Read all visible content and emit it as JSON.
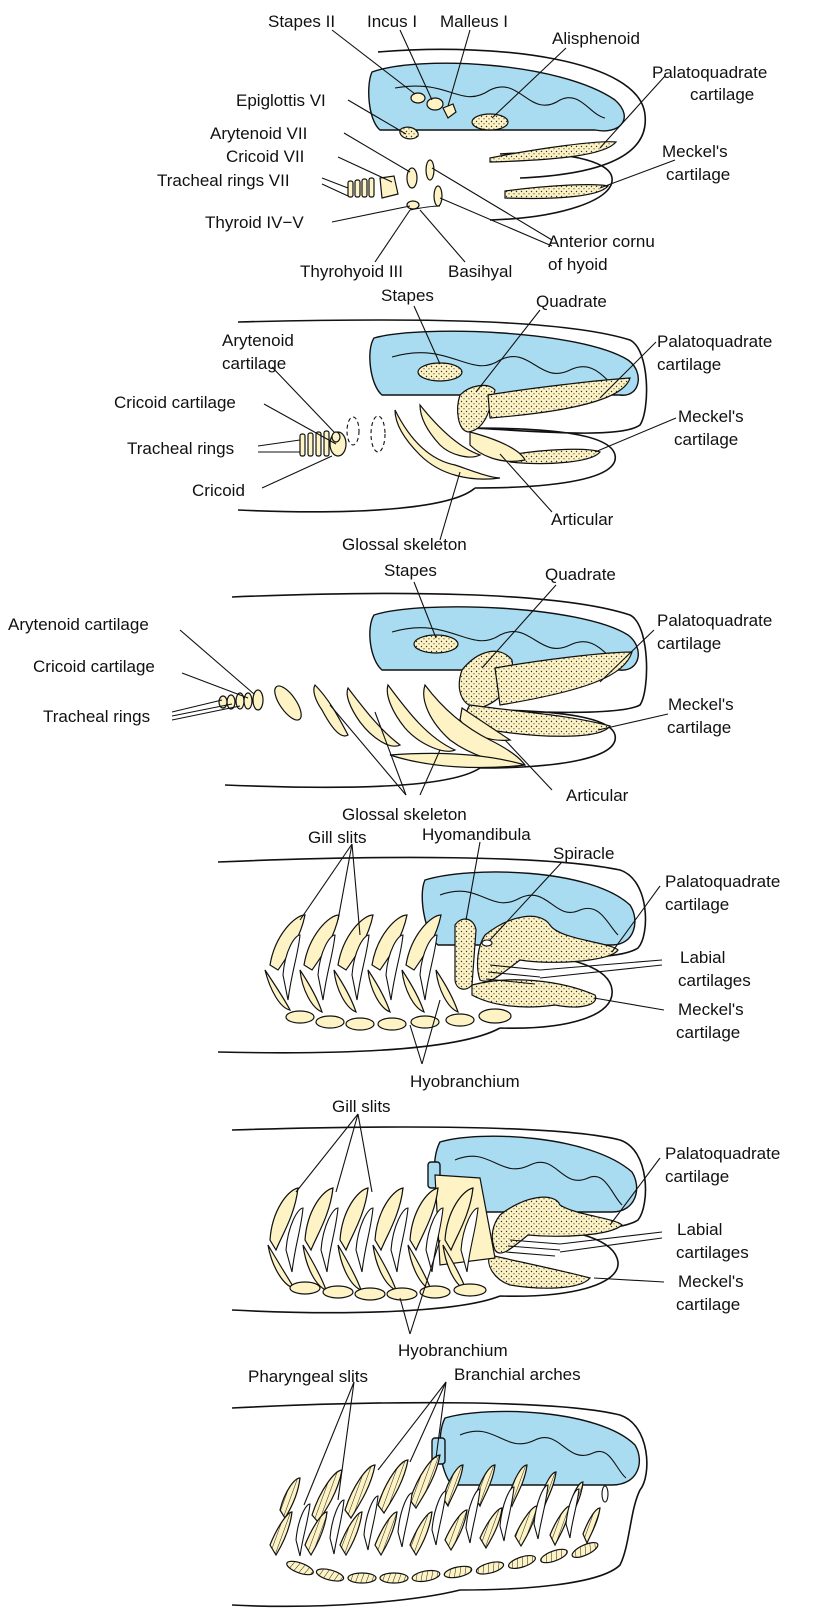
{
  "panel1": {
    "labels": {
      "stapes_ii": "Stapes II",
      "incus_i": "Incus I",
      "malleus_i": "Malleus I",
      "alisphenoid": "Alisphenoid",
      "palatoquadrate_1": "Palatoquadrate",
      "palatoquadrate_2": "cartilage",
      "epiglottis": "Epiglottis VI",
      "arytenoid": "Arytenoid VII",
      "cricoid": "Cricoid VII",
      "tracheal": "Tracheal rings VII",
      "meckels_1": "Meckel's",
      "meckels_2": "cartilage",
      "thyroid": "Thyroid IV−V",
      "anterior_1": "Anterior cornu",
      "anterior_2": "of hyoid",
      "thyrohyoid": "Thyrohyoid III",
      "basihyal": "Basihyal"
    }
  },
  "panel2": {
    "labels": {
      "stapes": "Stapes",
      "quadrate": "Quadrate",
      "arytenoid_1": "Arytenoid",
      "arytenoid_2": "cartilage",
      "palatoquadrate_1": "Palatoquadrate",
      "palatoquadrate_2": "cartilage",
      "cricoid_cartilage": "Cricoid cartilage",
      "meckels_1": "Meckel's",
      "meckels_2": "cartilage",
      "tracheal": "Tracheal rings",
      "cricoid": "Cricoid",
      "articular": "Articular",
      "glossal": "Glossal skeleton"
    }
  },
  "panel3": {
    "labels": {
      "stapes": "Stapes",
      "quadrate": "Quadrate",
      "arytenoid": "Arytenoid cartilage",
      "palatoquadrate_1": "Palatoquadrate",
      "palatoquadrate_2": "cartilage",
      "cricoid": "Cricoid cartilage",
      "tracheal": "Tracheal rings",
      "meckels_1": "Meckel's",
      "meckels_2": "cartilage",
      "articular": "Articular",
      "glossal": "Glossal skeleton"
    }
  },
  "panel4": {
    "labels": {
      "gill_slits": "Gill slits",
      "hyomandibula": "Hyomandibula",
      "spiracle": "Spiracle",
      "palatoquadrate_1": "Palatoquadrate",
      "palatoquadrate_2": "cartilage",
      "labial_1": "Labial",
      "labial_2": "cartilages",
      "meckels_1": "Meckel's",
      "meckels_2": "cartilage",
      "hyobranchium": "Hyobranchium"
    }
  },
  "panel5": {
    "labels": {
      "gill_slits": "Gill slits",
      "palatoquadrate_1": "Palatoquadrate",
      "palatoquadrate_2": "cartilage",
      "labial_1": "Labial",
      "labial_2": "cartilages",
      "meckels_1": "Meckel's",
      "meckels_2": "cartilage",
      "hyobranchium": "Hyobranchium"
    }
  },
  "panel6": {
    "labels": {
      "pharyngeal": "Pharyngeal slits",
      "branchial": "Branchial arches"
    }
  },
  "colors": {
    "braincase": "#a9dcf1",
    "cartilage": "#fdf3c4",
    "outline": "#111111"
  }
}
